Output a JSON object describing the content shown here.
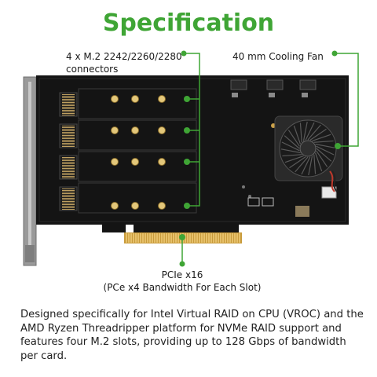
{
  "page": {
    "title": "Specification",
    "labels": {
      "m2": "4 x M.2 2242/2260/2280",
      "m2_line2": "connectors",
      "fan": "40 mm Cooling Fan",
      "pcie": "PCIe x16",
      "pcie_sub": "(PCe x4 Bandwidth For Each Slot)"
    },
    "description": "Designed specifically for Intel Virtual RAID on CPU (VROC) and the AMD Ryzen Threadripper platform for NVMe RAID support and features four M.2 slots, providing up to 128 Gbps of bandwidth per card.",
    "colors": {
      "accent": "#3fa535",
      "pcb": "#141414",
      "gold": "#d4a64a"
    }
  }
}
